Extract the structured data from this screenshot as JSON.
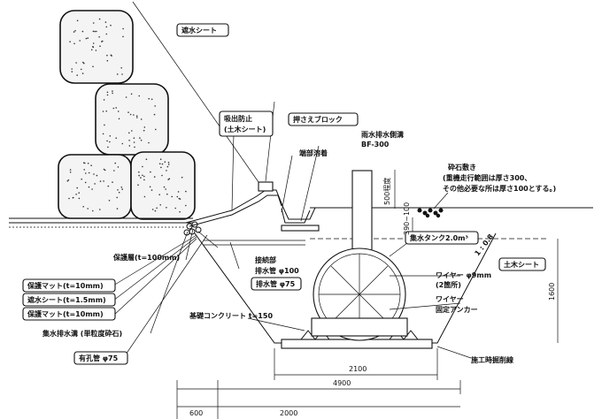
{
  "labels": {
    "shield_sheet": "遮水シート",
    "scatter_prevent_1": "吸出防止",
    "scatter_prevent_2": "(土木シート)",
    "press_block": "押さえブロック",
    "rain_channel_1": "雨水排水側溝",
    "rain_channel_2": "BF-300",
    "end_weld": "端部溶着",
    "gravel_1": "砕石敷き",
    "gravel_2": "(重機走行範囲は厚さ300、",
    "gravel_3": "その他必要な所は厚さ100とする。)",
    "protect_layer": "保護層(t=100mm)",
    "joint": "接続部",
    "drain_pipe_100": "排水管 φ100",
    "drain_pipe_75": "排水管 φ75",
    "tank": "集水タンク2.0m³",
    "civil_sheet": "土木シート",
    "mat1": "保護マット(t=10mm)",
    "shield_sheet_t": "遮水シート(t=1.5mm)",
    "mat2": "保護マット(t=10mm)",
    "collect_channel": "集水排水溝 (単粒度砕石)",
    "wire1": "ワイヤー φ9mm",
    "wire1b": "(2箇所)",
    "wire2": "ワイヤー",
    "anchor": "固定アンカー",
    "base_concrete": "基礎コンクリート t=150",
    "perforated_pipe": "有孔管 φ75",
    "excavation_line": "施工時掘削線",
    "slope": "1 : 0.8"
  },
  "dimensions": {
    "d500": "500程度",
    "d390": "390~100",
    "d1600": "1600",
    "d2100": "2100",
    "d4900": "4900",
    "d600": "600",
    "d2000": "2000"
  }
}
